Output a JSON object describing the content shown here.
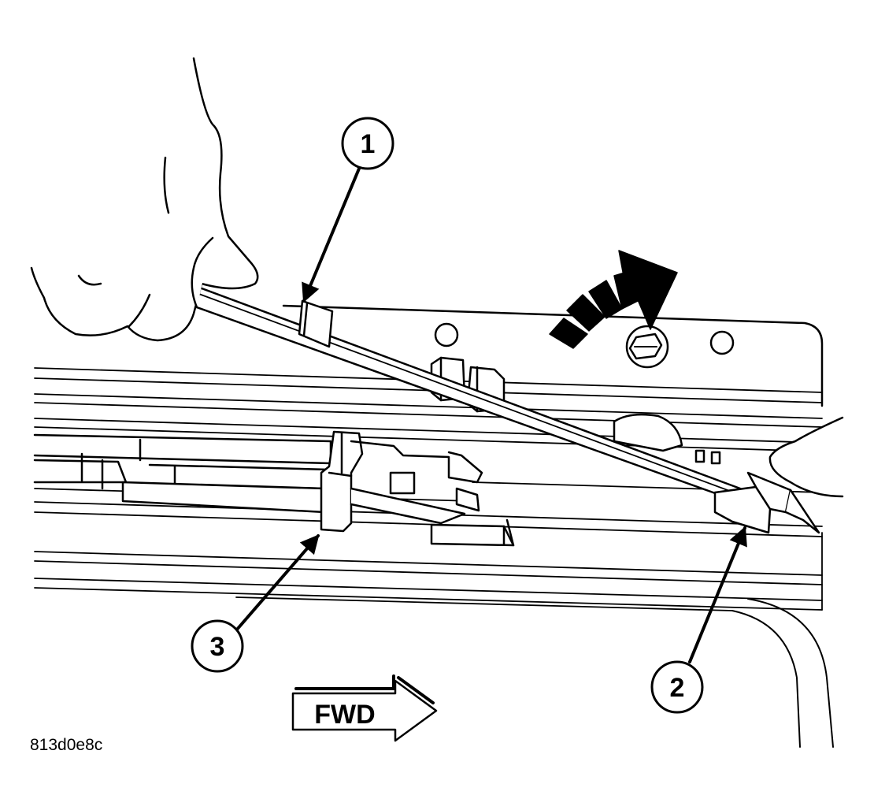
{
  "callouts": {
    "c1": "1",
    "c2": "2",
    "c3": "3"
  },
  "direction_label": "FWD",
  "figure_code": "813d0e8c",
  "colors": {
    "ink": "#000000",
    "paper": "#ffffff"
  }
}
